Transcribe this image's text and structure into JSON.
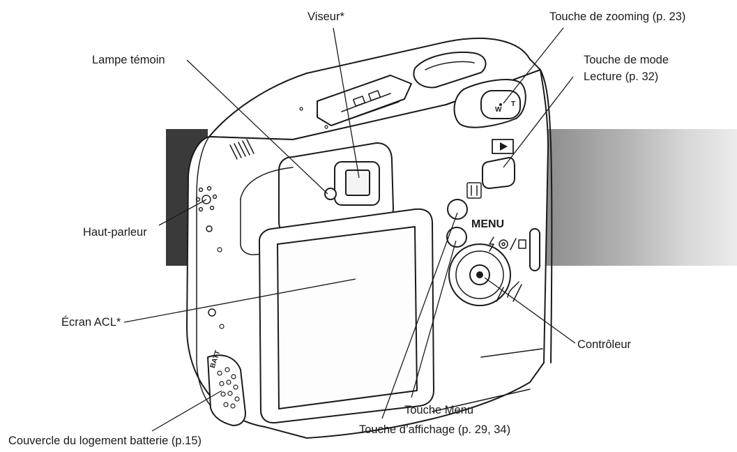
{
  "labels": {
    "viseur": "Viseur*",
    "zoom": "Touche de zooming (p. 23)",
    "lampe": "Lampe témoin",
    "lecture_1": "Touche de mode",
    "lecture_2": "Lecture (p. 32)",
    "haut_parleur": "Haut-parleur",
    "ecran": "Écran ACL*",
    "controleur": "Contrôleur",
    "menu": "Touche Menu",
    "affichage": "Touche d’affichage (p. 29, 34)",
    "couvercle": "Couvercle du logement batterie (p.15)"
  },
  "camera_markings": {
    "menu": "MENU",
    "wide": "W",
    "tele": "T",
    "batt": "BATT"
  },
  "colors": {
    "band_dark": "#3a3a3a",
    "line": "#1a1a1a",
    "body_fill": "#ffffff"
  }
}
